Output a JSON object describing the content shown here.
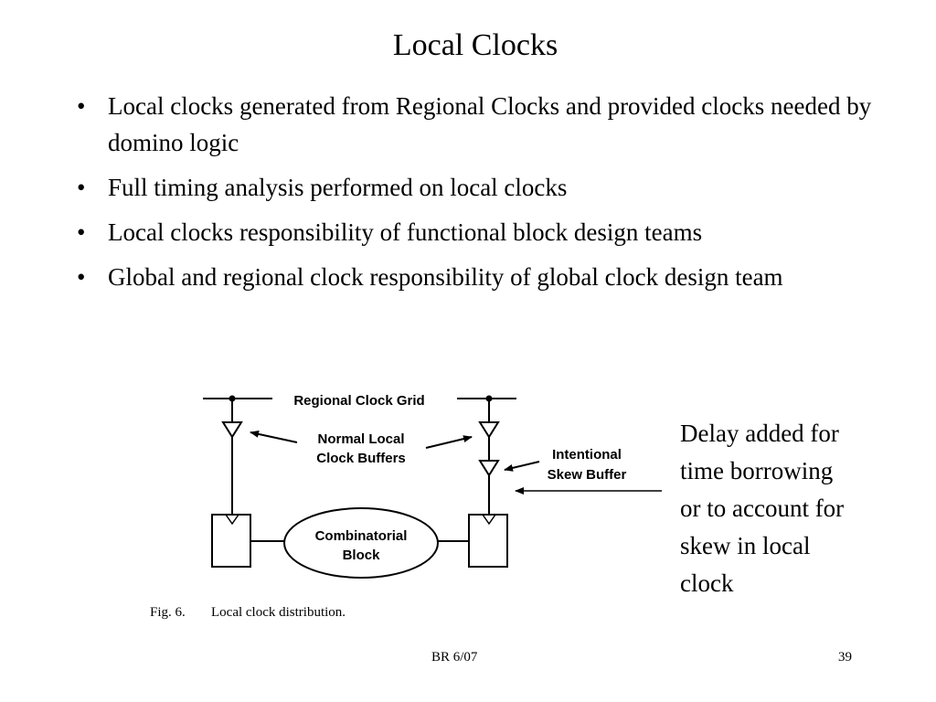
{
  "slide": {
    "title": "Local Clocks",
    "bullets": [
      "Local clocks generated from Regional Clocks and provided clocks needed by domino logic",
      "Full timing analysis performed on local clocks",
      "Local clocks responsibility of functional block design teams",
      "Global and regional clock responsibility of global clock design team"
    ],
    "bullet_glyph": "•"
  },
  "diagram": {
    "grid_label": "Regional Clock Grid",
    "buffers_label_line1": "Normal Local",
    "buffers_label_line2": "Clock Buffers",
    "skew_label_line1": "Intentional",
    "skew_label_line2": "Skew Buffer",
    "block_label_line1": "Combinatorial",
    "block_label_line2": "Block",
    "caption_fig": "Fig. 6.",
    "caption_text": "Local clock distribution."
  },
  "side_note": {
    "lines": [
      "Delay added for",
      "time borrowing",
      "or to account for",
      "skew in local",
      "clock"
    ]
  },
  "footer": {
    "center": "BR 6/07",
    "page_number": "39"
  }
}
